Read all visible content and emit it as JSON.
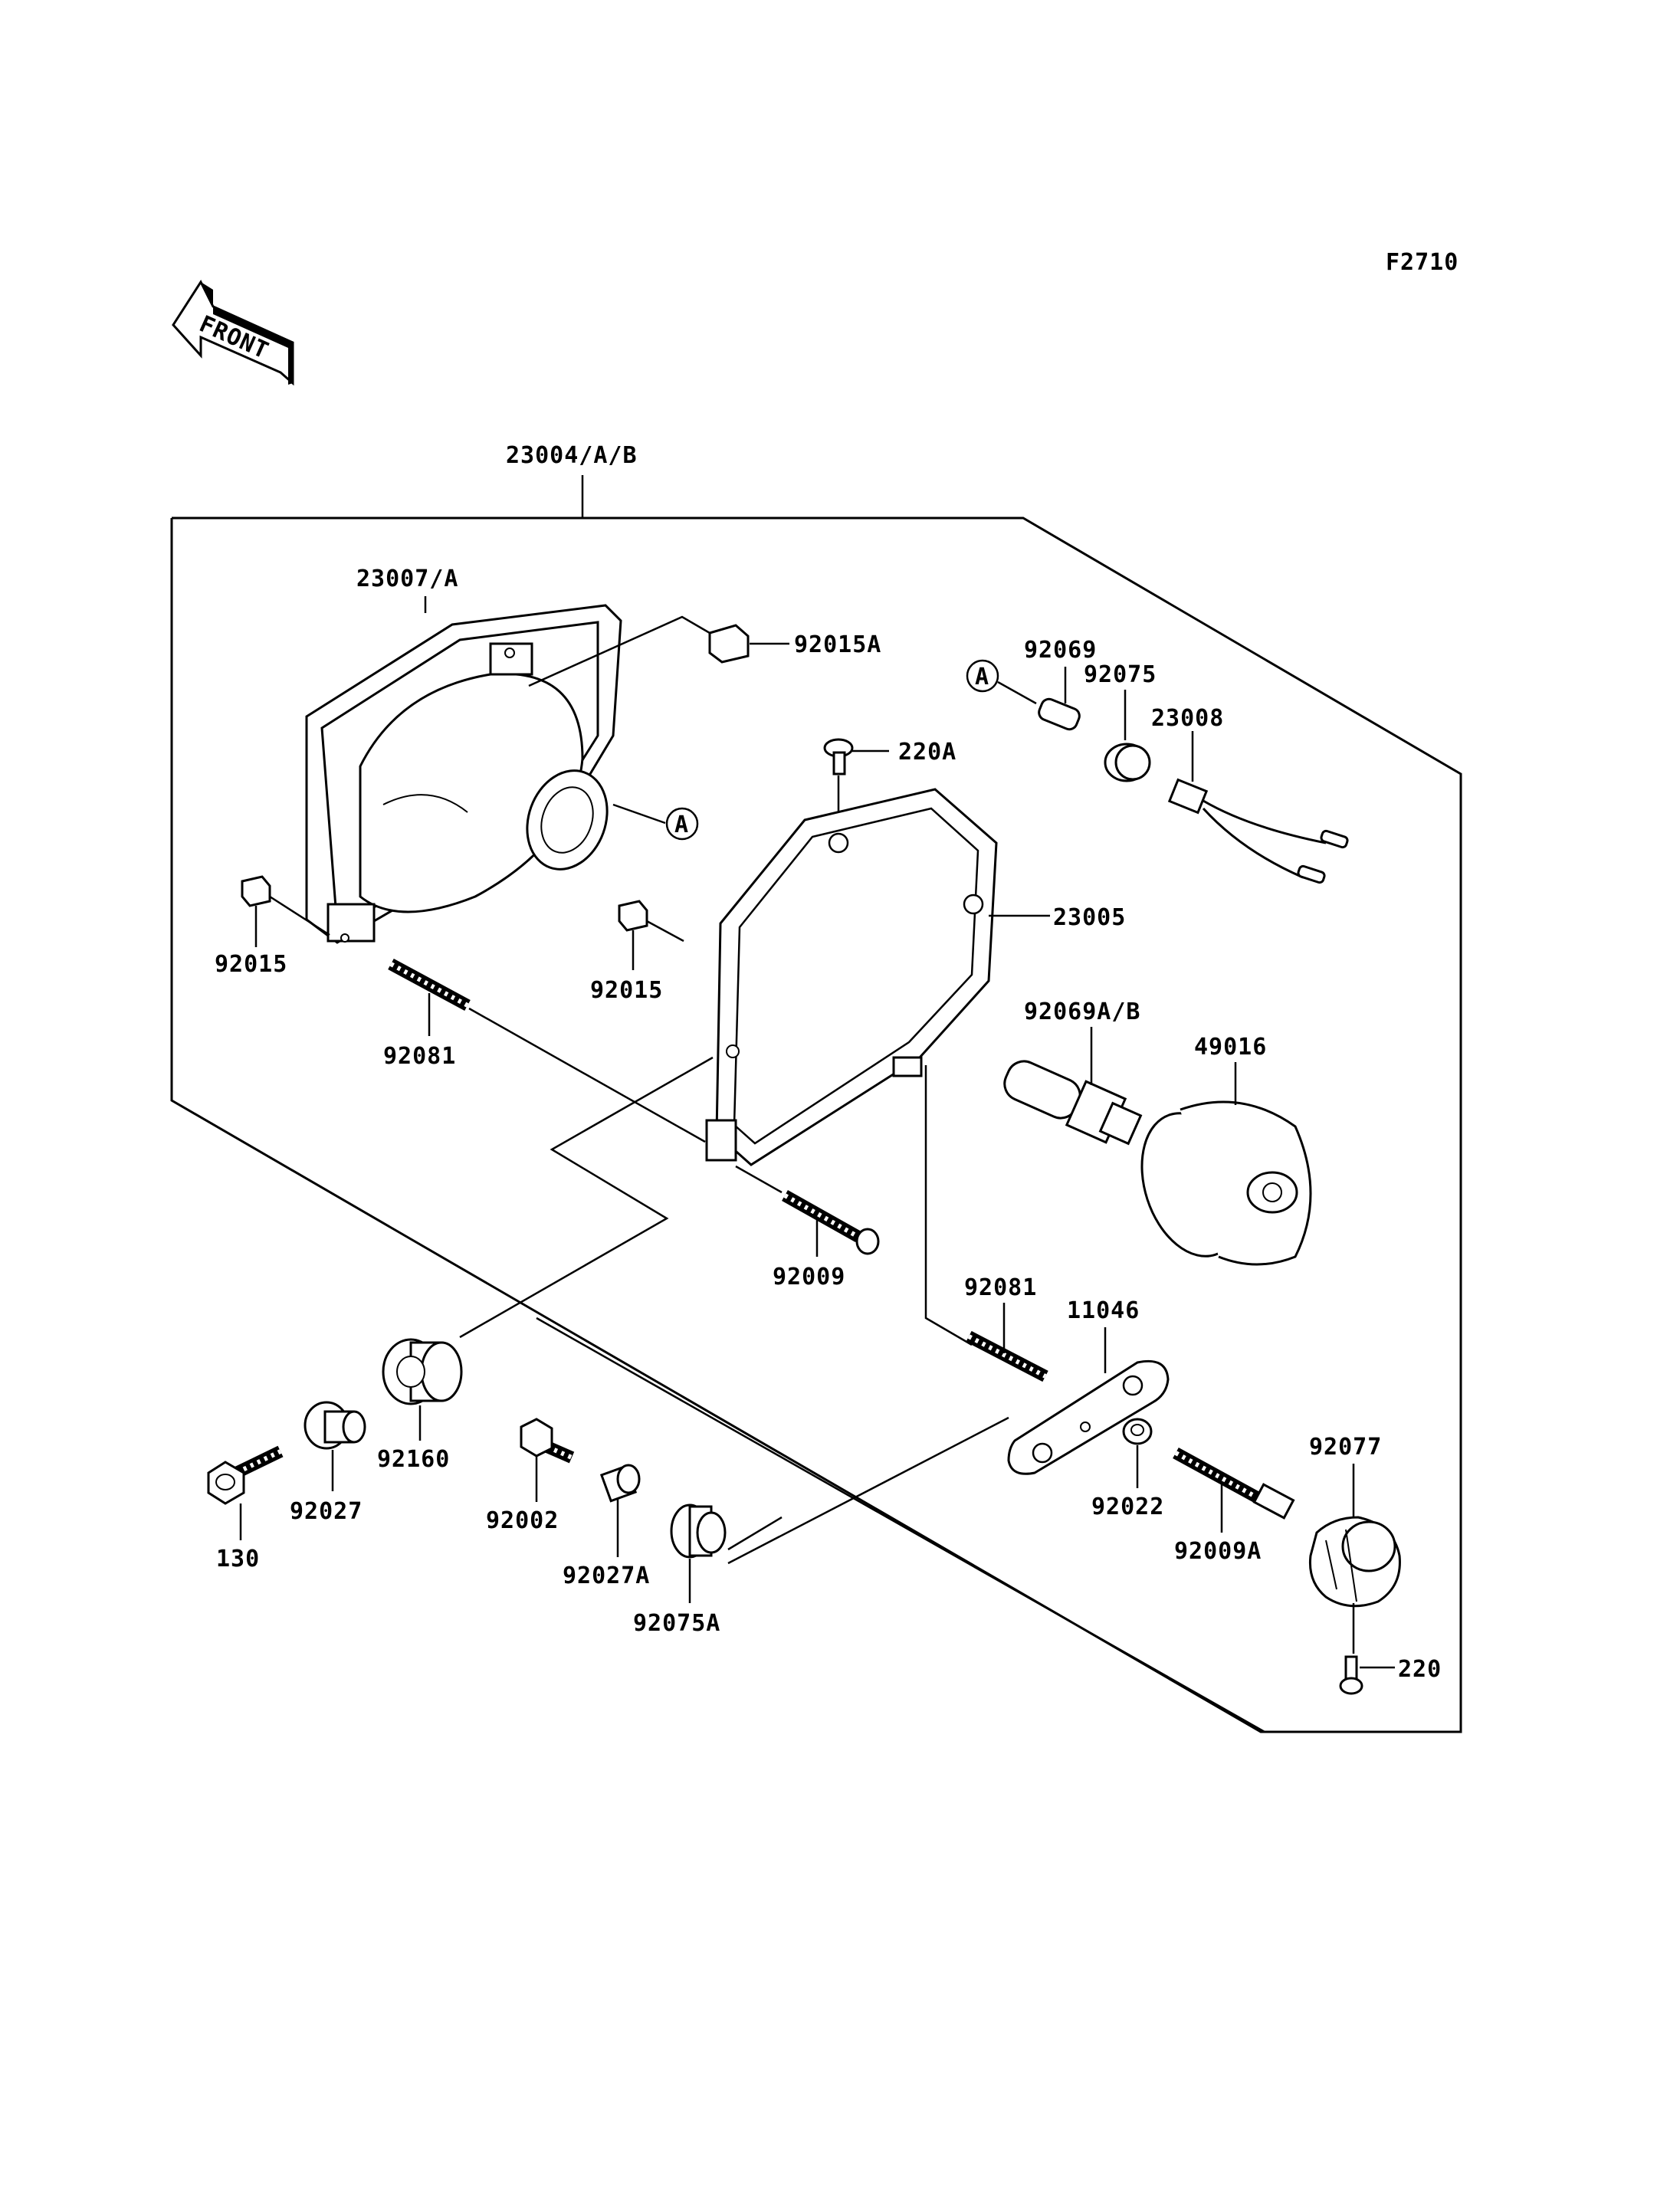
{
  "figure_code": "F2710",
  "direction_marker": "FRONT",
  "callout_A": "A",
  "parts": {
    "assembly": "23004/A/B",
    "headlight_unit": "23007/A",
    "nut_15a": "92015A",
    "bulb_small": "92069",
    "grommet_small": "92075",
    "socket_wire": "23008",
    "screw_220a": "220A",
    "frame_bracket": "23005",
    "nut_left": "92015",
    "nut_mid": "92015",
    "spring_left": "92081",
    "halogen_bulb": "92069A/B",
    "dust_cover": "49016",
    "screw_long": "92009",
    "spring_right": "92081",
    "plate": "11046",
    "collar_small": "92022",
    "screw_adjust": "92009A",
    "knob": "92077",
    "screw_220": "220",
    "bolt_130": "130",
    "collar_27": "92027",
    "grommet_big": "92160",
    "bolt_92002": "92002",
    "collar_27a": "92027A",
    "grommet_75a": "92075A"
  }
}
